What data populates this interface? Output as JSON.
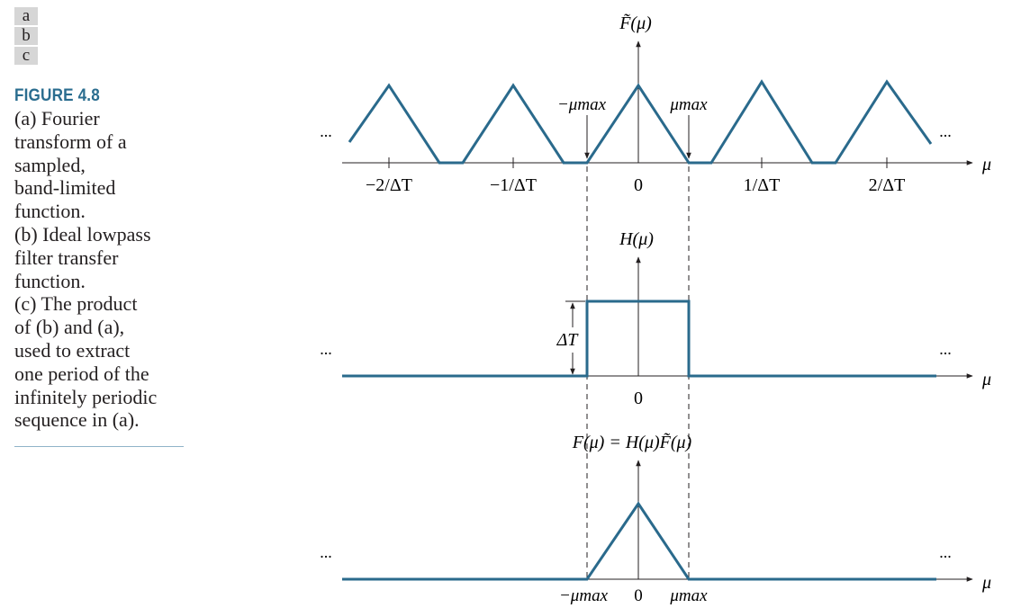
{
  "panel_labels": [
    "a",
    "b",
    "c"
  ],
  "caption": {
    "title": "FIGURE 4.8",
    "lines": [
      "(a) Fourier",
      "transform of a",
      "sampled,",
      "band-limited",
      "function.",
      "(b) Ideal lowpass",
      "filter transfer",
      "function.",
      "(c) The product",
      "of (b) and (a),",
      "used to extract",
      "one period of the",
      "infinitely periodic",
      "sequence in (a)."
    ]
  },
  "colors": {
    "curve": "#2a6a8c",
    "axis": "#231f20",
    "accent": "#2a6d8f",
    "tab": "#d6d6d6"
  },
  "plot_a": {
    "ylabel": "F̃(μ)",
    "xlabel": "μ",
    "ticks": [
      "−2/ΔT",
      "−1/ΔT",
      "0",
      "1/ΔT",
      "2/ΔT"
    ],
    "arrow_left": "−μmax",
    "arrow_right": "μmax",
    "ellipsis": "..."
  },
  "plot_b": {
    "ylabel": "H(μ)",
    "xlabel": "μ",
    "tick_zero": "0",
    "height_label": "ΔT",
    "ellipsis": "..."
  },
  "plot_c": {
    "ylabel": "F(μ) = H(μ)F̃(μ)",
    "xlabel": "μ",
    "ticks": [
      "−μmax",
      "0",
      "μmax"
    ],
    "ellipsis": "..."
  }
}
